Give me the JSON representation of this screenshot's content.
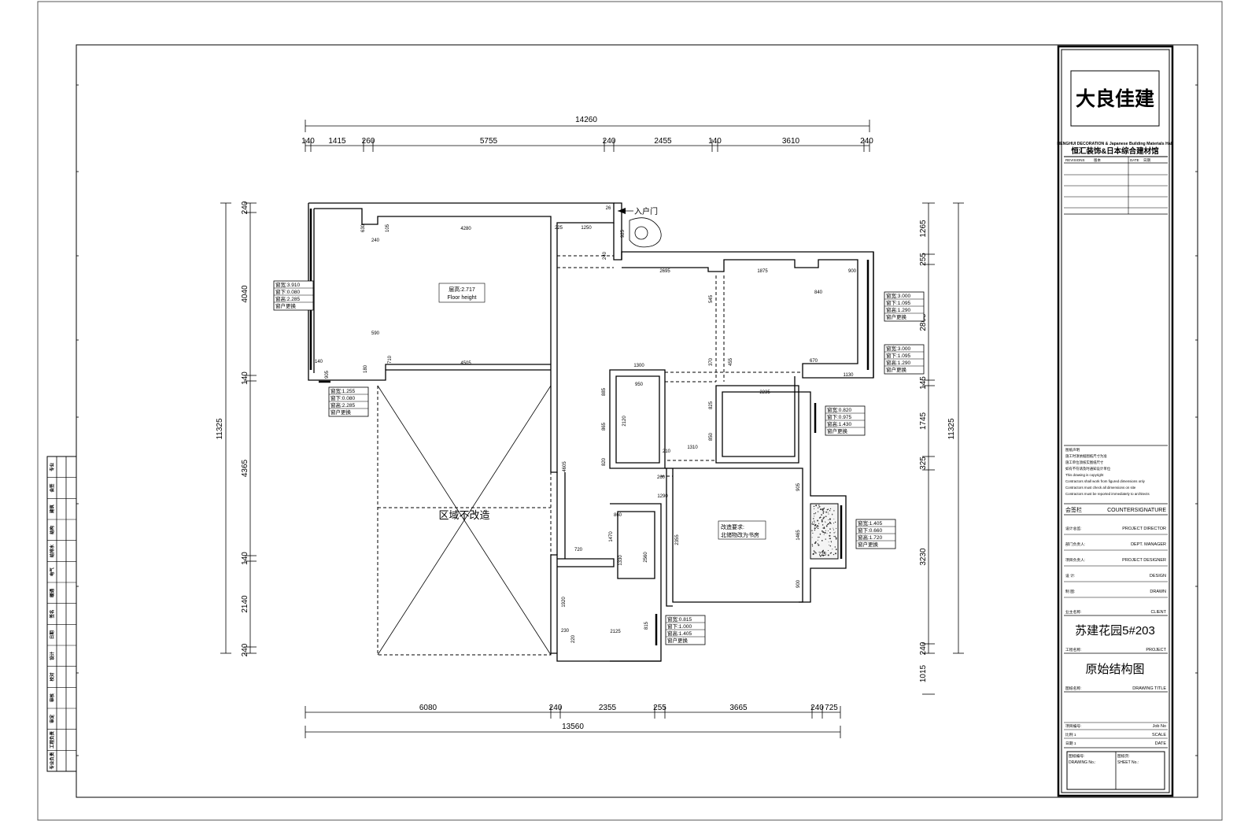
{
  "title_block": {
    "logo_text": "大良佳建",
    "company_en": "HENGHUI DECORATION & Japanese Building Materials Hall",
    "company_cn": "恒汇装饰&日本综合建材馆",
    "revision_headers": [
      "REVISIONS",
      "版本",
      "DATE",
      "日期"
    ],
    "notes_title": "图纸声明",
    "notes": [
      "施工时须依据图纸尺寸为准",
      "施工单位须核实图纸尺寸",
      "如有不符请及时通知设计单位",
      "This drawing is copyright",
      "Contractors shall work from figured dimensions only",
      "Contractors must check all dimensions on site",
      "Contractors must be reported immediately to architects"
    ],
    "countersign_cn": "会签栏",
    "countersign_en": "COUNTERSIGNATURE",
    "roles": [
      {
        "cn": "设计总监:",
        "en": "PROJECT DIRECTOR"
      },
      {
        "cn": "部门负责人:",
        "en": "DEPT. MANAGER"
      },
      {
        "cn": "项目负责人:",
        "en": "PROJECT DESIGNER"
      },
      {
        "cn": "设  计:",
        "en": "DESIGN"
      },
      {
        "cn": "制  图:",
        "en": "DRAWN"
      }
    ],
    "client_cn": "业主名称:",
    "client_en": "CLIENT",
    "project_name": "苏建花园5#203",
    "project_cn": "工程名称:",
    "project_en": "PROJECT",
    "drawing_title": "原始结构图",
    "drawing_title_cn": "图纸名称:",
    "drawing_title_en": "DRAWING TITLE",
    "job_cn": "项目编号:",
    "job_en": "Job No",
    "scale_cn": "比例  1",
    "scale_en": "SCALE",
    "date_cn": "日期  1",
    "date_en": "DATE",
    "drawing_no_cn": "图纸编号:",
    "drawing_no_en": "DRAWING No.:",
    "sheet_no_cn": "图纸页:",
    "sheet_no_en": "SHEET No.:"
  },
  "plan": {
    "top_total": "14260",
    "top_dims": [
      "140",
      "1415",
      "260",
      "5755",
      "240",
      "2455",
      "140",
      "3610",
      "240"
    ],
    "bottom_dims": [
      "6080",
      "240",
      "2355",
      "255",
      "3665",
      "240",
      "725"
    ],
    "bottom_total": "13560",
    "left_total": "11325",
    "left_dims": [
      "240",
      "4040",
      "140",
      "4365",
      "140",
      "2140",
      "240"
    ],
    "right_total": "11325",
    "right_dims": [
      "1265",
      "255",
      "2865",
      "145",
      "1745",
      "325",
      "3230",
      "240",
      "1015"
    ],
    "entry_label": "入户门",
    "floor_height_cn": "层高:2.717",
    "floor_height_en": "Floor height",
    "no_change_area": "区域不改造",
    "study_req_1": "改造要求:",
    "study_req_2": "北储物改为书房",
    "inner_dims": [
      "4280",
      "4505",
      "1250",
      "2695",
      "1875",
      "900",
      "840",
      "670",
      "1130",
      "2235",
      "1300",
      "950",
      "1310",
      "260",
      "1290",
      "860",
      "720",
      "2125",
      "4605",
      "2120",
      "2355",
      "1465",
      "1920",
      "2560",
      "1470",
      "1330",
      "630",
      "240",
      "105",
      "225",
      "925",
      "26",
      "240",
      "590",
      "710",
      "180",
      "140",
      "905",
      "885",
      "865",
      "820",
      "825",
      "850",
      "545",
      "370",
      "455",
      "210",
      "905",
      "900",
      "725",
      "230",
      "815",
      "220"
    ],
    "window_notes": [
      [
        "窗宽:3.910",
        "窗下:0.080",
        "窗高:2.285",
        "窗户更换"
      ],
      [
        "窗宽:1.255",
        "窗下:0.080",
        "窗高:2.285",
        "窗户更换"
      ],
      [
        "窗宽:3.000",
        "窗下:1.095",
        "窗高:1.290",
        "窗户更换"
      ],
      [
        "窗宽:3.000",
        "窗下:1.095",
        "窗高:1.290",
        "窗户更换"
      ],
      [
        "窗宽:0.820",
        "窗下:0.975",
        "窗高:1.430",
        "窗户更换"
      ],
      [
        "窗宽:1.405",
        "窗下:0.660",
        "窗高:1.720",
        "窗户更换"
      ],
      [
        "窗宽:0.815",
        "窗下:1.000",
        "窗高:1.405",
        "窗户更换"
      ]
    ]
  },
  "frame": {
    "left_table_labels": [
      "专业",
      "会签",
      "建筑",
      "结构",
      "给排水",
      "电气",
      "暖通",
      "签名",
      "日期",
      "设计",
      "校对",
      "审核",
      "审定",
      "工程负责",
      "专业负责"
    ]
  }
}
